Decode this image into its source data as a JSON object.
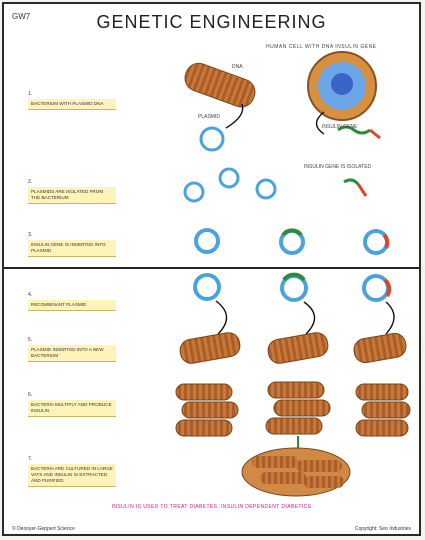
{
  "header": {
    "code": "GW7",
    "title": "GENETIC ENGINEERING",
    "subtitle": "HUMAN CELL WITH DNA INSULIN GENE"
  },
  "steps": [
    {
      "num": "1.",
      "label": "BACTERIUM WITH PLASMID DNA"
    },
    {
      "num": "2.",
      "label": "PLASMIDS ARE ISOLATED FROM THE BACTERIUM"
    },
    {
      "num": "3.",
      "label": "INSULIN GENE IS INSERTED INTO PLASMID"
    },
    {
      "num": "4.",
      "label": "RECOMBINANT PLASMID"
    },
    {
      "num": "5.",
      "label": "PLASMID INSERTED INTO A NEW BACTERIUM"
    },
    {
      "num": "6.",
      "label": "BACTERIA MULTIPLY AND PRODUCE INSULIN"
    },
    {
      "num": "7.",
      "label": "BACTERIA ARE CULTURED IN LARGE VATS AND INSULIN IS EXTRACTED AND PURIFIED"
    }
  ],
  "captions": {
    "plasmid": "PLASMID",
    "dna": "DNA",
    "insulin_gene": "INSULIN GENE",
    "insulin_gene_isolated": "INSULIN GENE IS ISOLATED"
  },
  "bottom_note": "INSULIN IS USED TO TREAT DIABETES. INSULIN DEPENDENT DIABETICS",
  "footer": {
    "left": "© Denoyer-Geppert Science",
    "right": "Copyright: Seo Industries"
  },
  "colors": {
    "bacterium": "#c8783a",
    "plasmid": "#4aa3dd",
    "gene_green": "#2e8b3d",
    "gene_red": "#d9462b",
    "label_bg": "#fff4b8",
    "note": "#cc1a8a"
  }
}
